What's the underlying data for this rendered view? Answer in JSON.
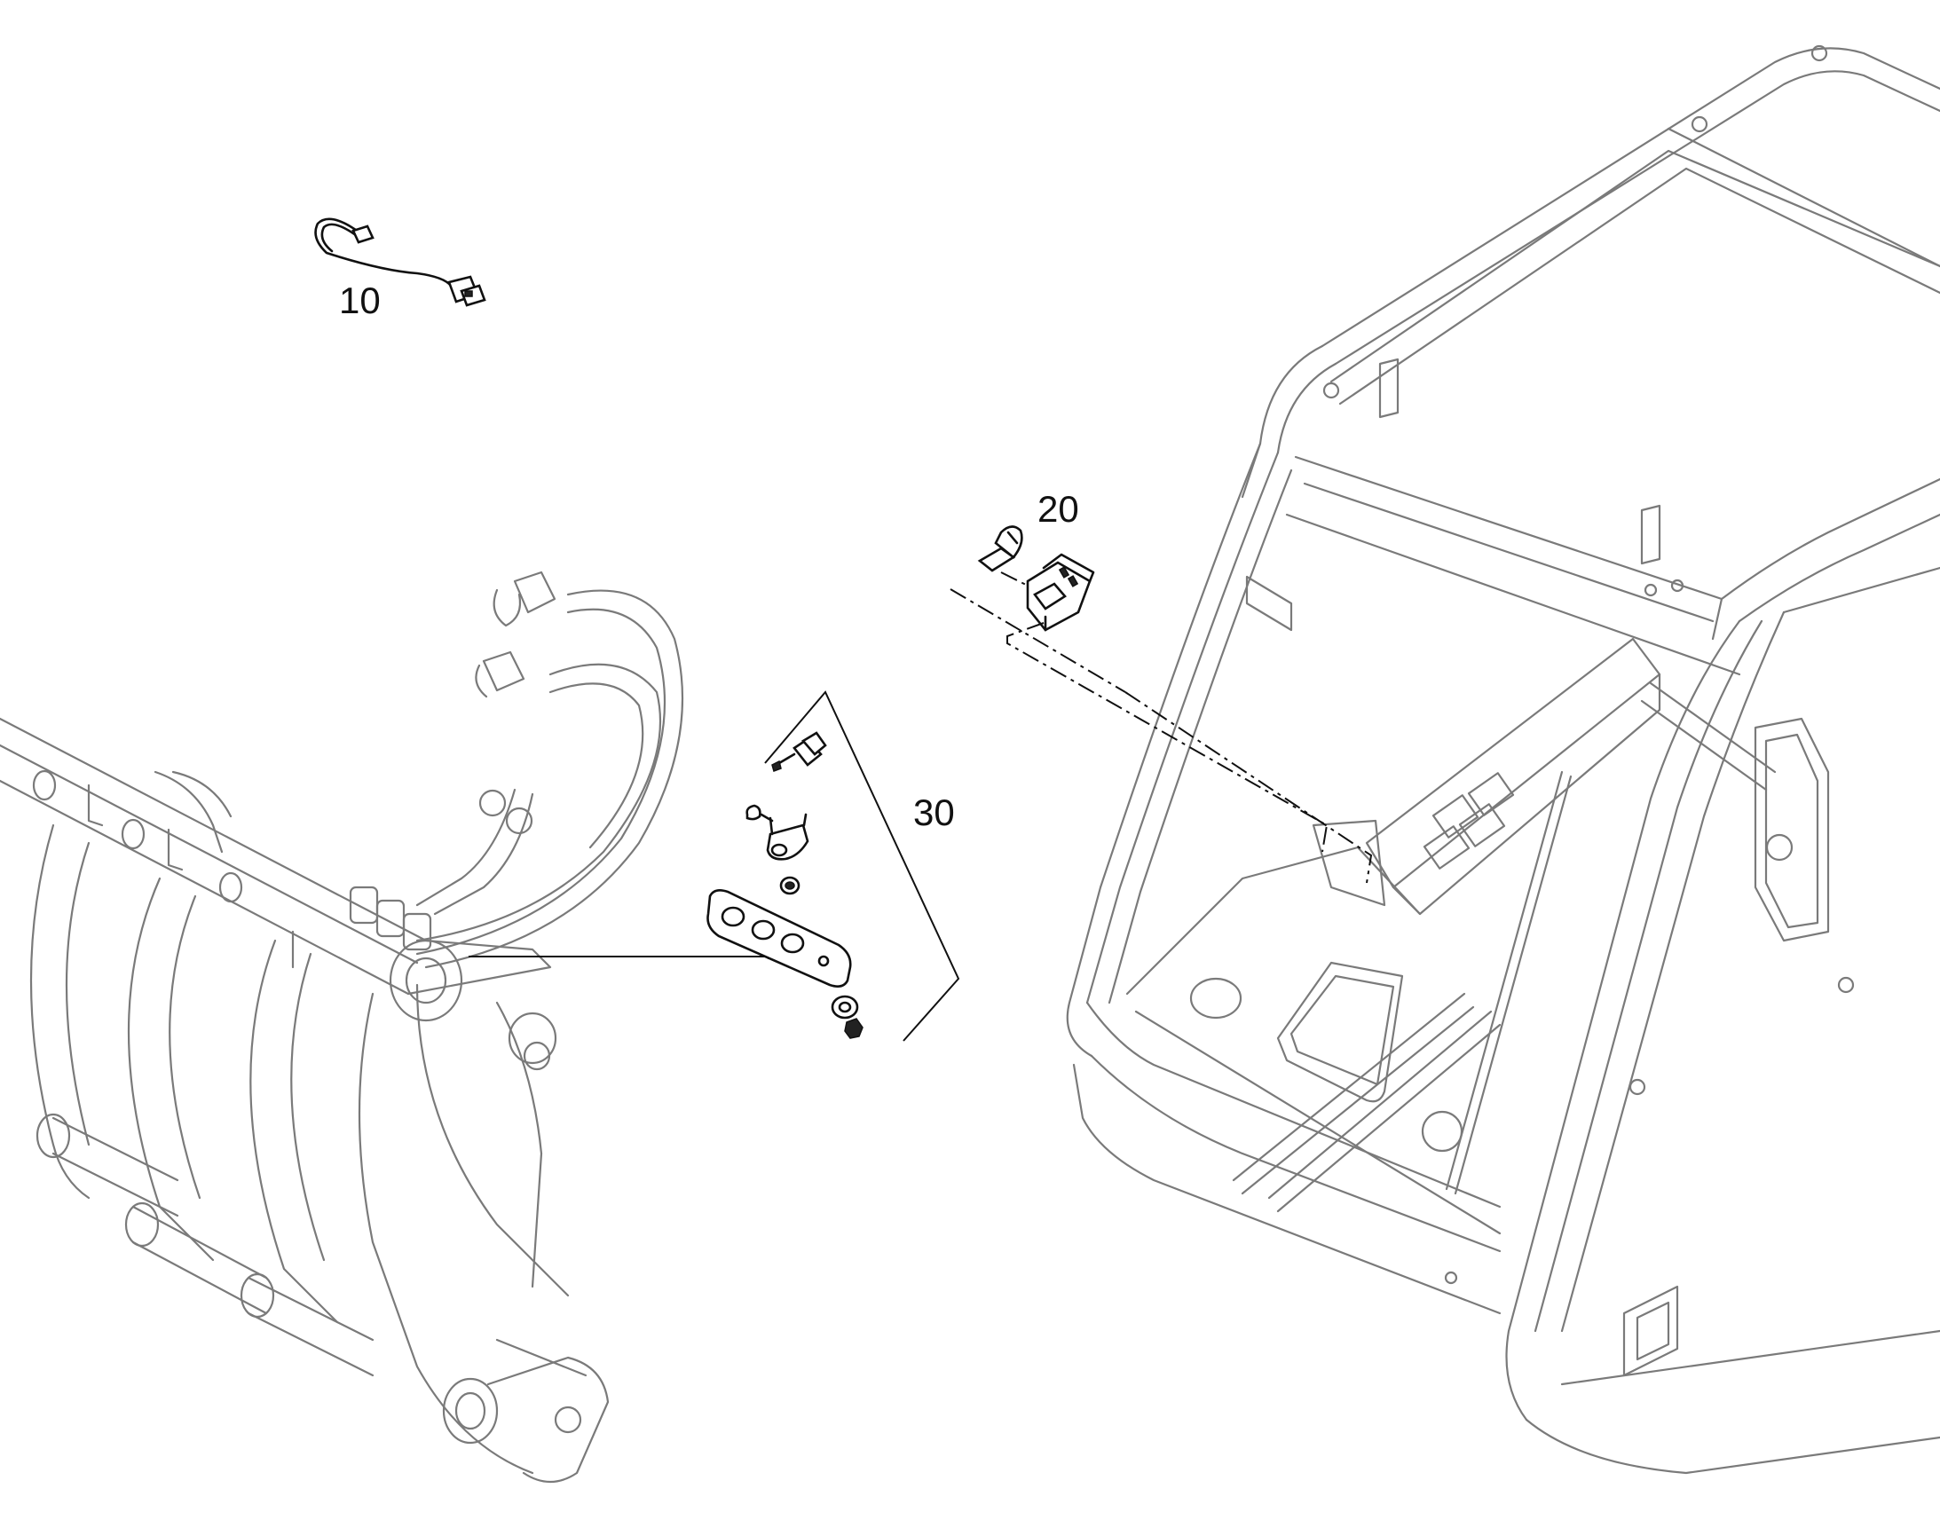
{
  "diagram": {
    "callouts": [
      {
        "id": "10",
        "label": "10"
      },
      {
        "id": "20",
        "label": "20"
      },
      {
        "id": "30",
        "label": "30"
      }
    ]
  }
}
